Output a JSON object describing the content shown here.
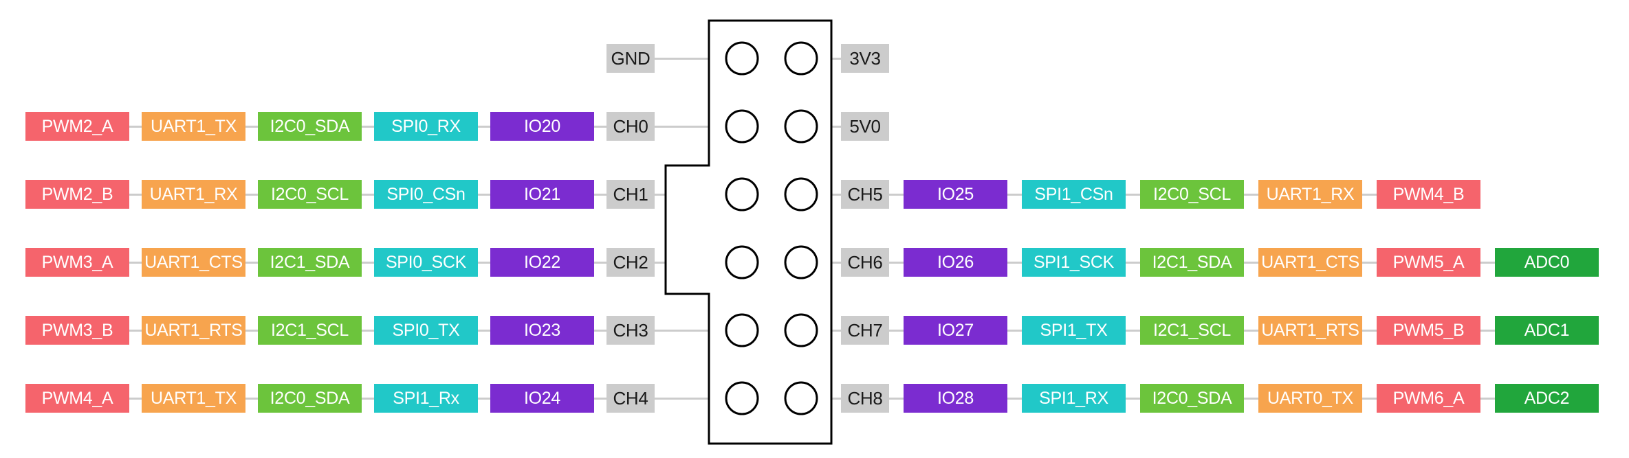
{
  "diagram": {
    "kind": "connector-pinout",
    "colors": {
      "pwm": "#f5646c",
      "uart": "#f7a44e",
      "i2c": "#6cc43c",
      "spi": "#21c8c8",
      "io": "#7b2cd0",
      "adc": "#21a63c",
      "pin": "#cccccc",
      "wire": "#cccccc",
      "outline": "#000000"
    },
    "connector": {
      "pin_rows": 6,
      "pin_columns": 2,
      "left_pin_labels": [
        "GND",
        "CH0",
        "CH1",
        "CH2",
        "CH3",
        "CH4"
      ],
      "right_pin_labels": [
        "3V3",
        "5V0",
        "CH5",
        "CH6",
        "CH7",
        "CH8"
      ]
    },
    "rows": [
      {
        "left": [
          {
            "label": "GND",
            "type": "pin"
          }
        ],
        "right": [
          {
            "label": "3V3",
            "type": "pin"
          }
        ]
      },
      {
        "left": [
          {
            "label": "PWM2_A",
            "type": "pwm"
          },
          {
            "label": "UART1_TX",
            "type": "uart"
          },
          {
            "label": "I2C0_SDA",
            "type": "i2c"
          },
          {
            "label": "SPI0_RX",
            "type": "spi"
          },
          {
            "label": "IO20",
            "type": "io"
          },
          {
            "label": "CH0",
            "type": "pin"
          }
        ],
        "right": [
          {
            "label": "5V0",
            "type": "pin"
          }
        ]
      },
      {
        "left": [
          {
            "label": "PWM2_B",
            "type": "pwm"
          },
          {
            "label": "UART1_RX",
            "type": "uart"
          },
          {
            "label": "I2C0_SCL",
            "type": "i2c"
          },
          {
            "label": "SPI0_CSn",
            "type": "spi"
          },
          {
            "label": "IO21",
            "type": "io"
          },
          {
            "label": "CH1",
            "type": "pin"
          }
        ],
        "right": [
          {
            "label": "CH5",
            "type": "pin"
          },
          {
            "label": "IO25",
            "type": "io"
          },
          {
            "label": "SPI1_CSn",
            "type": "spi"
          },
          {
            "label": "I2C0_SCL",
            "type": "i2c"
          },
          {
            "label": "UART1_RX",
            "type": "uart"
          },
          {
            "label": "PWM4_B",
            "type": "pwm"
          }
        ]
      },
      {
        "left": [
          {
            "label": "PWM3_A",
            "type": "pwm"
          },
          {
            "label": "UART1_CTS",
            "type": "uart"
          },
          {
            "label": "I2C1_SDA",
            "type": "i2c"
          },
          {
            "label": "SPI0_SCK",
            "type": "spi"
          },
          {
            "label": "IO22",
            "type": "io"
          },
          {
            "label": "CH2",
            "type": "pin"
          }
        ],
        "right": [
          {
            "label": "CH6",
            "type": "pin"
          },
          {
            "label": "IO26",
            "type": "io"
          },
          {
            "label": "SPI1_SCK",
            "type": "spi"
          },
          {
            "label": "I2C1_SDA",
            "type": "i2c"
          },
          {
            "label": "UART1_CTS",
            "type": "uart"
          },
          {
            "label": "PWM5_A",
            "type": "pwm"
          },
          {
            "label": "ADC0",
            "type": "adc"
          }
        ]
      },
      {
        "left": [
          {
            "label": "PWM3_B",
            "type": "pwm"
          },
          {
            "label": "UART1_RTS",
            "type": "uart"
          },
          {
            "label": "I2C1_SCL",
            "type": "i2c"
          },
          {
            "label": "SPI0_TX",
            "type": "spi"
          },
          {
            "label": "IO23",
            "type": "io"
          },
          {
            "label": "CH3",
            "type": "pin"
          }
        ],
        "right": [
          {
            "label": "CH7",
            "type": "pin"
          },
          {
            "label": "IO27",
            "type": "io"
          },
          {
            "label": "SPI1_TX",
            "type": "spi"
          },
          {
            "label": "I2C1_SCL",
            "type": "i2c"
          },
          {
            "label": "UART1_RTS",
            "type": "uart"
          },
          {
            "label": "PWM5_B",
            "type": "pwm"
          },
          {
            "label": "ADC1",
            "type": "adc"
          }
        ]
      },
      {
        "left": [
          {
            "label": "PWM4_A",
            "type": "pwm"
          },
          {
            "label": "UART1_TX",
            "type": "uart"
          },
          {
            "label": "I2C0_SDA",
            "type": "i2c"
          },
          {
            "label": "SPI1_Rx",
            "type": "spi"
          },
          {
            "label": "IO24",
            "type": "io"
          },
          {
            "label": "CH4",
            "type": "pin"
          }
        ],
        "right": [
          {
            "label": "CH8",
            "type": "pin"
          },
          {
            "label": "IO28",
            "type": "io"
          },
          {
            "label": "SPI1_RX",
            "type": "spi"
          },
          {
            "label": "I2C0_SDA",
            "type": "i2c"
          },
          {
            "label": "UART0_TX",
            "type": "uart"
          },
          {
            "label": "PWM6_A",
            "type": "pwm"
          },
          {
            "label": "ADC2",
            "type": "adc"
          }
        ]
      }
    ]
  }
}
